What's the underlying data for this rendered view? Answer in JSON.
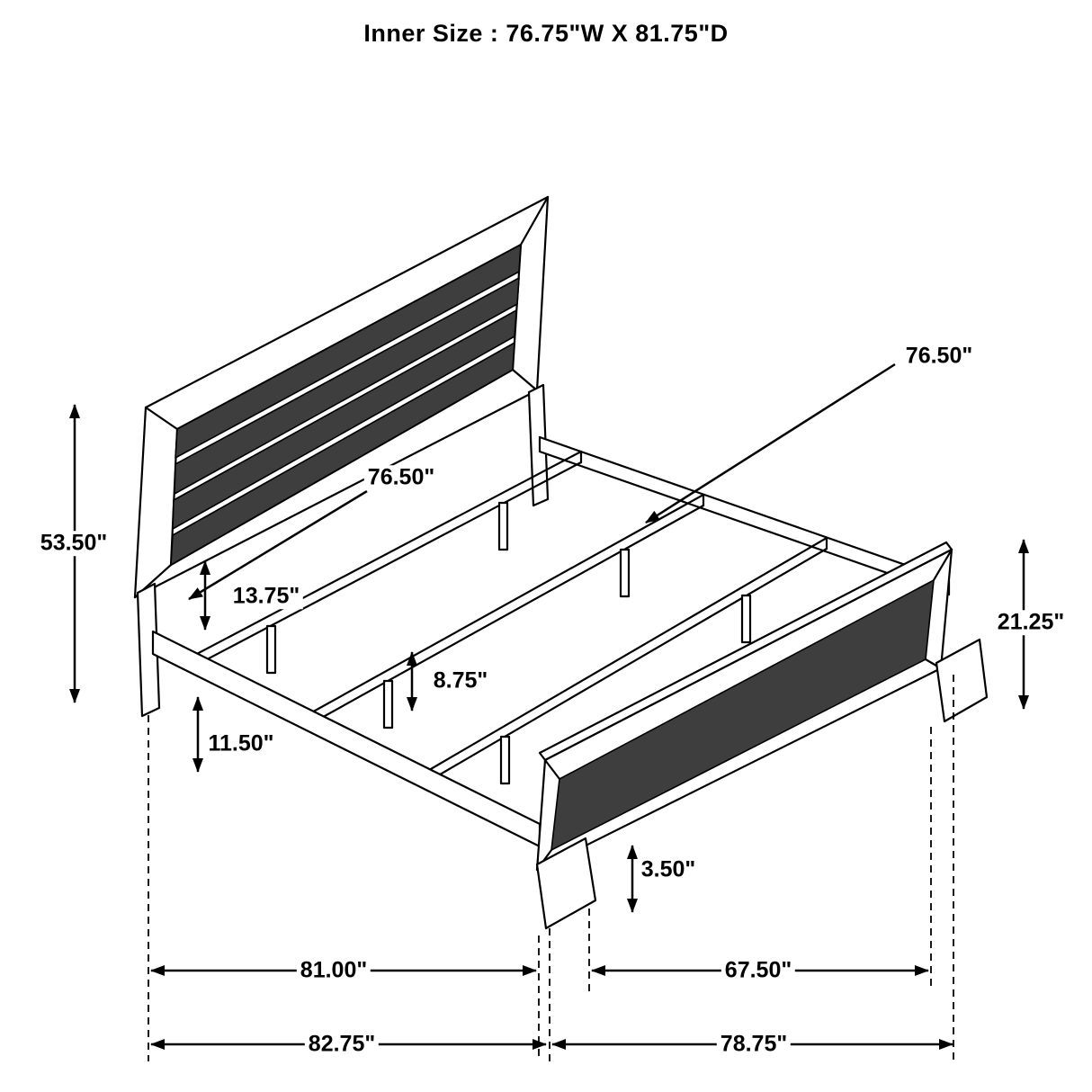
{
  "title": "Inner Size : 76.75\"W X 81.75\"D",
  "labels": {
    "inner_rail_width": "76.50\"",
    "headboard_width": "76.50\"",
    "headboard_height": "53.50\"",
    "headboard_bottom_gap": "13.75\"",
    "side_rail_height": "11.50\"",
    "support_leg_height": "8.75\"",
    "footboard_height": "21.25\"",
    "foot_height": "3.50\"",
    "inner_length": "81.00\"",
    "footboard_width": "67.50\"",
    "overall_depth": "82.75\"",
    "overall_width": "78.75\""
  },
  "colors": {
    "line": "#000000",
    "panel": "#3e3e3e",
    "background": "#ffffff"
  }
}
